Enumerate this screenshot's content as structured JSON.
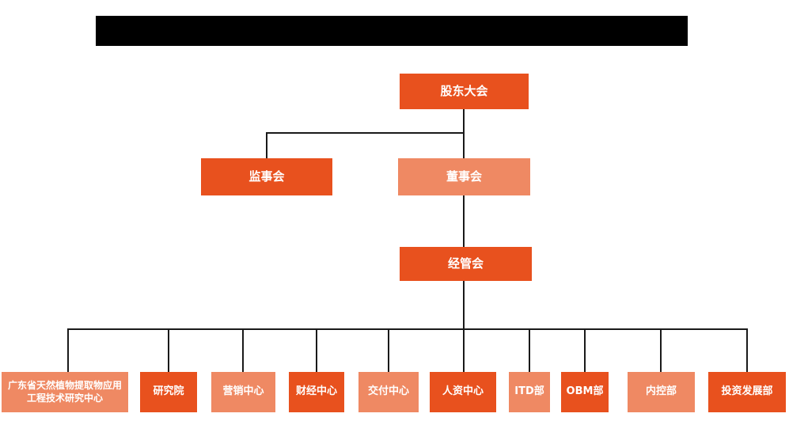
{
  "colors": {
    "primary": "#e8511e",
    "secondary": "#ef8963",
    "line": "#1a1a1a",
    "node_text": "#ffffff",
    "title_bar_bg": "#000000",
    "canvas_bg": "#ffffff"
  },
  "org_chart": {
    "nodes": [
      {
        "id": "shareholders-meeting",
        "label": "股东大会",
        "variant": "primary"
      },
      {
        "id": "supervisory-board",
        "label": "监事会",
        "variant": "primary"
      },
      {
        "id": "board-of-directors",
        "label": "董事会",
        "variant": "secondary"
      },
      {
        "id": "management-committee",
        "label": "经管会",
        "variant": "primary"
      },
      {
        "id": "guangdong-research-center",
        "label": "广东省天然植物提取物应用工程技术研究中心",
        "variant": "secondary"
      },
      {
        "id": "research-institute",
        "label": "研究院",
        "variant": "primary"
      },
      {
        "id": "marketing-center",
        "label": "营销中心",
        "variant": "secondary"
      },
      {
        "id": "finance-center",
        "label": "财经中心",
        "variant": "primary"
      },
      {
        "id": "delivery-center",
        "label": "交付中心",
        "variant": "secondary"
      },
      {
        "id": "hr-center",
        "label": "人资中心",
        "variant": "primary"
      },
      {
        "id": "itd-dept",
        "label": "ITD部",
        "variant": "secondary"
      },
      {
        "id": "obm-dept",
        "label": "OBM部",
        "variant": "primary"
      },
      {
        "id": "internal-control-dept",
        "label": "内控部",
        "variant": "secondary"
      },
      {
        "id": "investment-development-dept",
        "label": "投资发展部",
        "variant": "primary"
      }
    ],
    "edges": [
      [
        "shareholders-meeting",
        "supervisory-board"
      ],
      [
        "shareholders-meeting",
        "board-of-directors"
      ],
      [
        "board-of-directors",
        "management-committee"
      ],
      [
        "management-committee",
        "guangdong-research-center"
      ],
      [
        "management-committee",
        "research-institute"
      ],
      [
        "management-committee",
        "marketing-center"
      ],
      [
        "management-committee",
        "finance-center"
      ],
      [
        "management-committee",
        "delivery-center"
      ],
      [
        "management-committee",
        "hr-center"
      ],
      [
        "management-committee",
        "itd-dept"
      ],
      [
        "management-committee",
        "obm-dept"
      ],
      [
        "management-committee",
        "internal-control-dept"
      ],
      [
        "management-committee",
        "investment-development-dept"
      ]
    ]
  }
}
